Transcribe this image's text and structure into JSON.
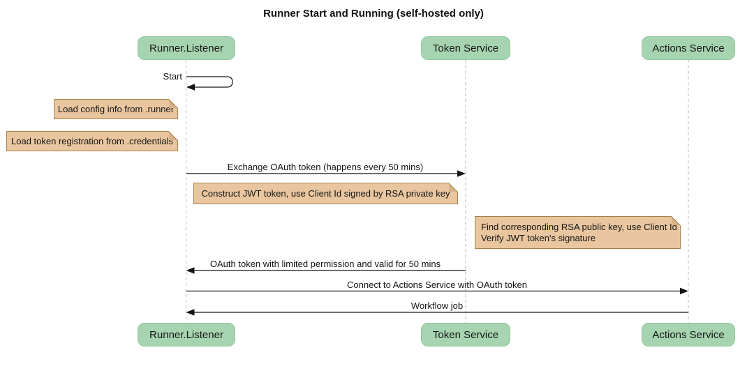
{
  "diagram": {
    "title": "Runner Start and Running (self-hosted only)",
    "type": "sequence-diagram"
  },
  "participants": [
    {
      "id": "runner-listener",
      "label": "Runner.Listener"
    },
    {
      "id": "token-service",
      "label": "Token Service"
    },
    {
      "id": "actions-service",
      "label": "Actions Service"
    }
  ],
  "messages": [
    {
      "from": "Runner.Listener",
      "to": "Runner.Listener",
      "type": "self",
      "label": "Start"
    },
    {
      "from": "Runner.Listener",
      "to": "Token Service",
      "type": "solid",
      "label": "Exchange OAuth token (happens every 50 mins)"
    },
    {
      "from": "Token Service",
      "to": "Runner.Listener",
      "type": "solid",
      "label": "OAuth token with limited permission and valid for 50 mins"
    },
    {
      "from": "Runner.Listener",
      "to": "Actions Service",
      "type": "solid",
      "label": "Connect to Actions Service with OAuth token"
    },
    {
      "from": "Actions Service",
      "to": "Runner.Listener",
      "type": "solid",
      "label": "Workflow job"
    }
  ],
  "notes": [
    {
      "position": "left of Runner.Listener",
      "lines": [
        "Load config info from .runner"
      ]
    },
    {
      "position": "left of Runner.Listener",
      "lines": [
        "Load token registration from .credentials"
      ]
    },
    {
      "position": "over Runner.Listener and Token Service",
      "lines": [
        "Construct JWT token, use Client Id signed by RSA private key"
      ]
    },
    {
      "position": "left of Actions Service",
      "lines": [
        "Find corresponding RSA public key, use Client Id",
        "Verify JWT token's signature"
      ]
    }
  ],
  "colors": {
    "background": "#FFFFFF",
    "participant_fill": "#A6D4B0",
    "participant_border": "#92C5A0",
    "note_fill": "#E9C69F",
    "note_border": "#A5814D",
    "note_fold": "#D8B287",
    "lifeline": "#B5B5B5",
    "arrow": "#141414",
    "text": "#131313"
  }
}
